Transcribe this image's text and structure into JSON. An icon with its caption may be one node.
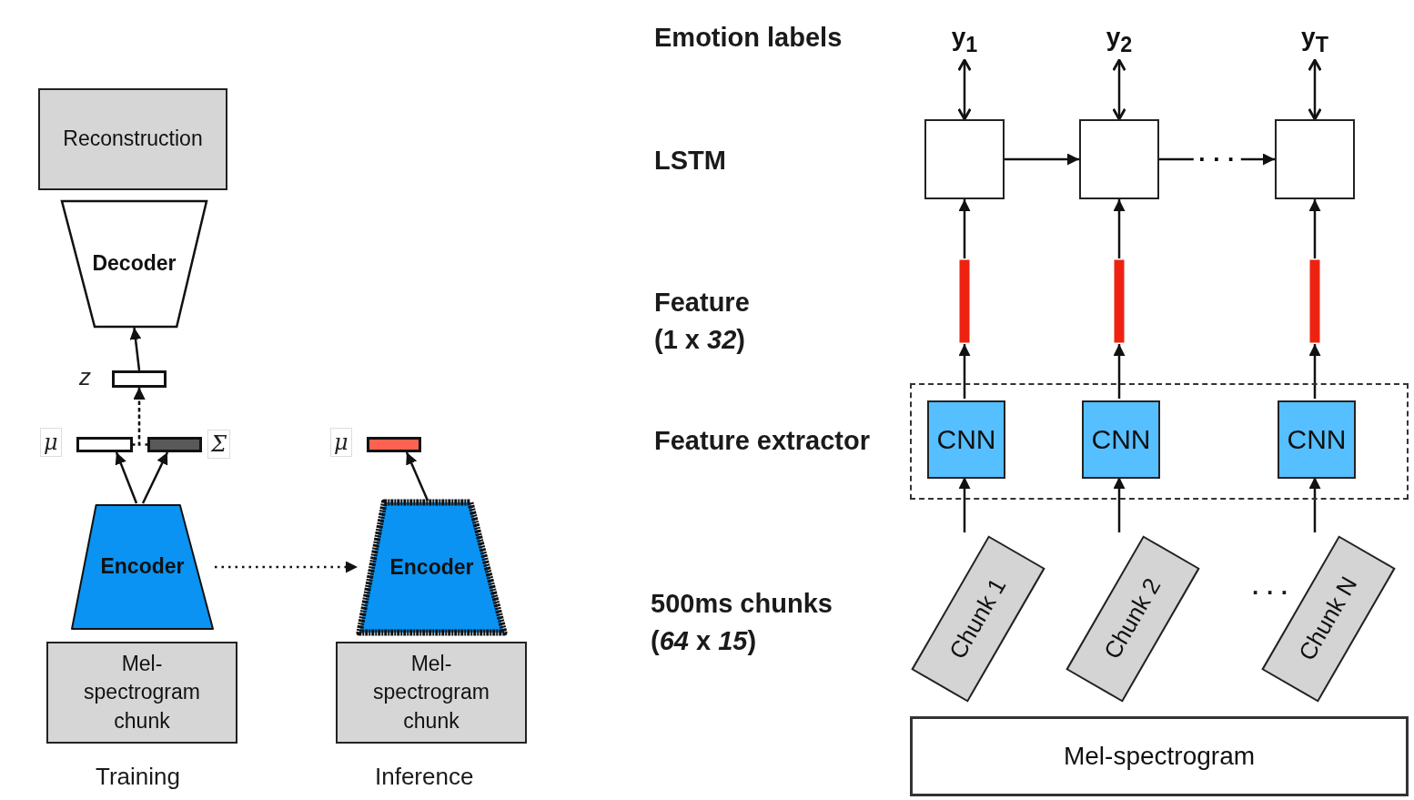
{
  "diagram": {
    "nodes": [
      {
        "text": [
          "Reconstruction"
        ]
      },
      {
        "text": [
          "Decoder"
        ]
      },
      {
        "text": [],
        "shape": "bar",
        "beside": [
          "z"
        ]
      },
      {
        "text": [],
        "shape": "bar",
        "beside": [
          "μ"
        ]
      },
      {
        "text": [],
        "shape": "bar",
        "beside": [
          "Σ"
        ]
      },
      {
        "text": [
          "Encoder"
        ]
      },
      {
        "text": [
          "Mel- spectrogram chunk"
        ]
      },
      {
        "text": [],
        "shape": "bar",
        "beside": [
          "μ"
        ]
      },
      {
        "text": [
          "Encoder"
        ]
      },
      {
        "text": [
          "Mel- spectrogram chunk"
        ]
      },
      {
        "text": [
          "y$_{1}$"
        ]
      },
      {
        "text": [
          "y$_{2}$"
        ]
      },
      {
        "text": [
          "y$_{T}$"
        ]
      },
      {
        "text": [],
        "shape": "box"
      },
      {
        "text": [],
        "shape": "box"
      },
      {
        "text": [],
        "shape": "box"
      },
      {
        "text": [],
        "shape": "bar"
      },
      {
        "text": [],
        "shape": "bar"
      },
      {
        "text": [],
        "shape": "bar"
      },
      {
        "text": [],
        "shape": "box"
      },
      {
        "text": [
          "CNN"
        ],
        "in": 19
      },
      {
        "text": [
          "CNN"
        ],
        "in": 19
      },
      {
        "text": [
          "CNN"
        ],
        "in": 19
      },
      {
        "text": [
          "Chunk 1"
        ]
      },
      {
        "text": [
          "Chunk 2"
        ]
      },
      {
        "text": [
          "Chunk N"
        ]
      },
      {
        "text": [
          "Mel-spectrogram"
        ]
      }
    ],
    "edges": [
      {
        "from": 2,
        "to": 1,
        "arrow": "to"
      },
      {
        "from": 3,
        "to": 2,
        "arrow": "to",
        "style": "dashed"
      },
      {
        "from": 4,
        "to": 2,
        "arrow": "to",
        "style": "dashed"
      },
      {
        "from": 5,
        "to": 3,
        "arrow": "to"
      },
      {
        "from": 5,
        "to": 4,
        "arrow": "to"
      },
      {
        "from": 5,
        "to": 8,
        "arrow": "to",
        "style": "dashed"
      },
      {
        "from": 8,
        "to": 7,
        "arrow": "to"
      },
      {
        "from": 10,
        "to": 13,
        "arrow": "both"
      },
      {
        "from": 11,
        "to": 14,
        "arrow": "both"
      },
      {
        "from": 12,
        "to": 15,
        "arrow": "both"
      },
      {
        "from": 13,
        "to": 14,
        "arrow": "to"
      },
      {
        "from": 14,
        "to": 15,
        "arrow": "to",
        "label": "· · ·"
      },
      {
        "from": 16,
        "to": 13,
        "arrow": "to"
      },
      {
        "from": 17,
        "to": 14,
        "arrow": "to"
      },
      {
        "from": 18,
        "to": 15,
        "arrow": "to"
      },
      {
        "from": 20,
        "to": 16,
        "arrow": "to"
      },
      {
        "from": 21,
        "to": 17,
        "arrow": "to"
      },
      {
        "from": 22,
        "to": 18,
        "arrow": "to"
      },
      {
        "from": 23,
        "to": 20,
        "arrow": "to"
      },
      {
        "from": 24,
        "to": 21,
        "arrow": "to"
      },
      {
        "from": 25,
        "to": 22,
        "arrow": "to"
      }
    ],
    "labels": [
      "Emotion labels",
      "LSTM",
      "Feature",
      "(1 x *32*)",
      "Feature extractor",
      "500ms chunks",
      "(*64* x *15*)",
      "· · ·",
      "Training",
      "Inference"
    ]
  }
}
